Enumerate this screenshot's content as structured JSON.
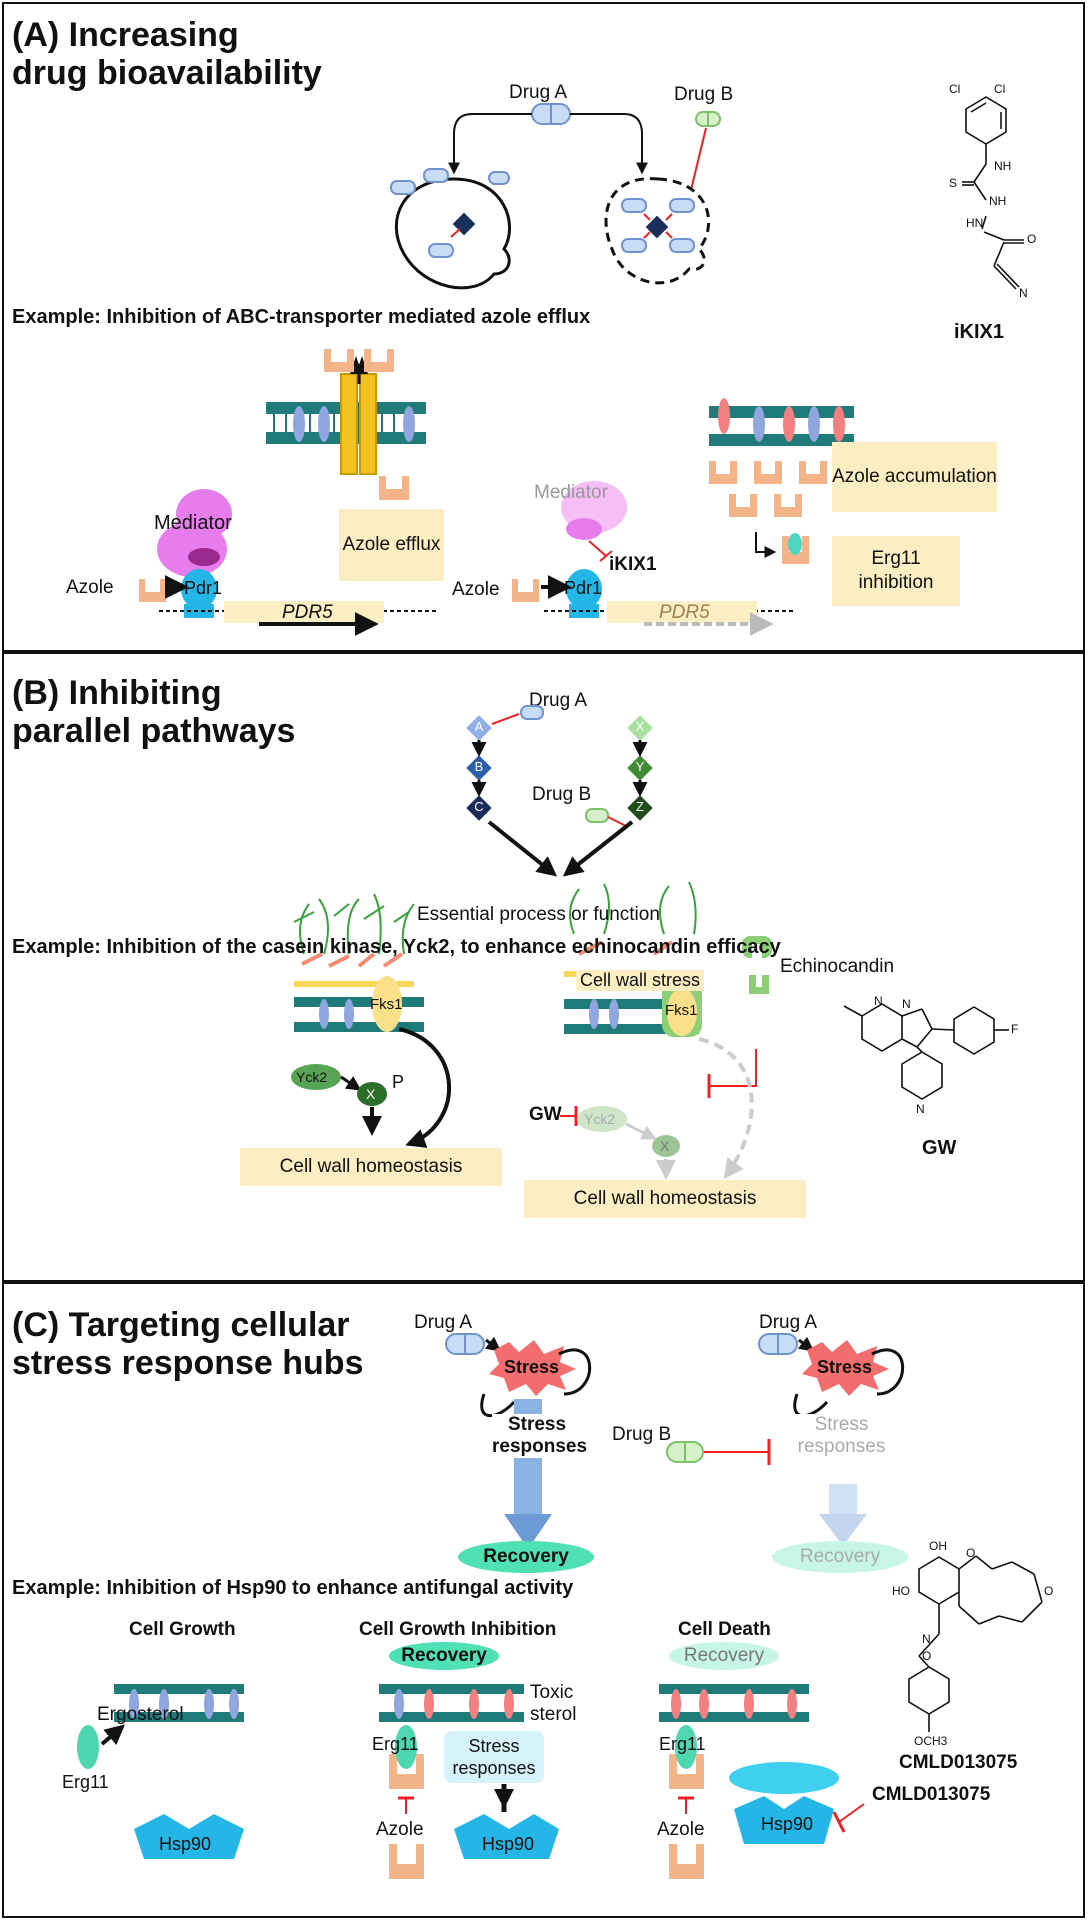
{
  "panelA": {
    "title_line1": "(A) Increasing",
    "title_line2": "drug bioavailability",
    "drug_a": "Drug A",
    "drug_b": "Drug B",
    "example": "Example: Inhibition of ABC-transporter mediated azole efflux",
    "compound": "iKIX1",
    "chem_labels": [
      "Cl",
      "Cl",
      "NH",
      "S",
      "NH",
      "HN",
      "O",
      "N"
    ],
    "mediator": "Mediator",
    "mediator2": "Mediator",
    "azole1": "Azole",
    "azole2": "Azole",
    "pdr1": "Pdr1",
    "pdr1b": "Pdr1",
    "pdr5": "PDR5",
    "pdr5b": "PDR5",
    "ikix1_inhib": "iKIX1",
    "azole_efflux": "Azole efflux",
    "azole_accum": "Azole accumulation",
    "erg11_inhib": "Erg11 inhibition"
  },
  "panelB": {
    "title_line1": "(B) Inhibiting",
    "title_line2": "parallel pathways",
    "drug_a": "Drug A",
    "drug_b": "Drug B",
    "nodes": [
      "A",
      "B",
      "C",
      "X",
      "Y",
      "Z"
    ],
    "essential": "Essential process or function",
    "example": "Example: Inhibition of the casein kinase, Yck2, to enhance echinocandin efficacy",
    "echinocandin": "Echinocandin",
    "cell_wall_stress": "Cell wall stress",
    "fks1": "Fks1",
    "fks1b": "Fks1",
    "yck2": "Yck2",
    "yck2b": "Yck2",
    "x": "X",
    "xb": "X",
    "p": "P",
    "gw": "GW",
    "homeostasis1": "Cell wall homeostasis",
    "homeostasis2": "Cell wall homeostasis",
    "compound": "GW",
    "chem_labels": [
      "N",
      "N",
      "F",
      "N"
    ]
  },
  "panelC": {
    "title_line1": "(C) Targeting cellular",
    "title_line2": "stress response hubs",
    "drug_a1": "Drug A",
    "drug_a2": "Drug A",
    "drug_b": "Drug B",
    "stress1": "Stress",
    "stress2": "Stress",
    "stress_resp1": "Stress responses",
    "stress_resp2": "Stress responses",
    "recovery1": "Recovery",
    "recovery2": "Recovery",
    "example": "Example: Inhibition of Hsp90 to enhance antifungal activity",
    "growth": "Cell Growth",
    "growth_inhib": "Cell Growth Inhibition",
    "death": "Cell Death",
    "recovery3": "Recovery",
    "recovery4": "Recovery",
    "toxic_sterol": "Toxic sterol",
    "ergosterol": "Ergosterol",
    "erg11a": "Erg11",
    "erg11b": "Erg11",
    "erg11c": "Erg11",
    "stress_box": "Stress responses",
    "azole1": "Azole",
    "azole2": "Azole",
    "hsp90a": "Hsp90",
    "hsp90b": "Hsp90",
    "hsp90c": "Hsp90",
    "cmld_inhib": "CMLD013075",
    "compound": "CMLD013075",
    "chem_labels": [
      "OH",
      "O",
      "O",
      "HO",
      "N",
      "O",
      "OCH3"
    ]
  }
}
